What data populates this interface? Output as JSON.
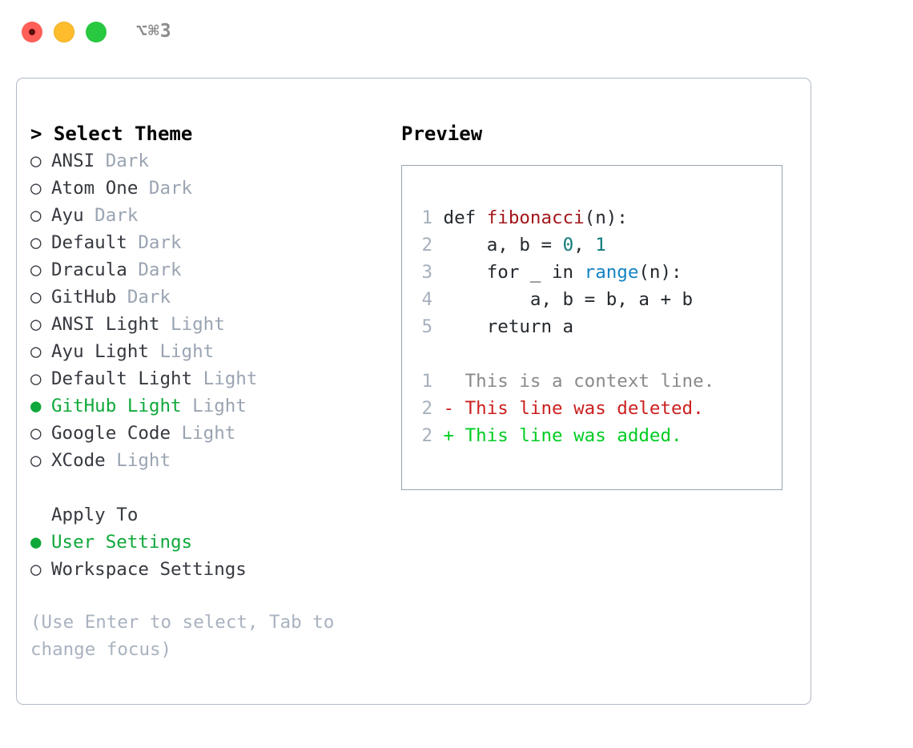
{
  "titlebar": {
    "shortcut": "⌥⌘3",
    "dots": [
      "close-red",
      "minimize-yellow",
      "maximize-green"
    ]
  },
  "theme_picker": {
    "heading": "> Select Theme",
    "marker_unselected": "○",
    "marker_selected": "●",
    "items": [
      {
        "name": "ANSI",
        "category": "Dark",
        "selected": false
      },
      {
        "name": "Atom One",
        "category": "Dark",
        "selected": false
      },
      {
        "name": "Ayu",
        "category": "Dark",
        "selected": false
      },
      {
        "name": "Default",
        "category": "Dark",
        "selected": false
      },
      {
        "name": "Dracula",
        "category": "Dark",
        "selected": false
      },
      {
        "name": "GitHub",
        "category": "Dark",
        "selected": false
      },
      {
        "name": "ANSI Light",
        "category": "Light",
        "selected": false
      },
      {
        "name": "Ayu Light",
        "category": "Light",
        "selected": false
      },
      {
        "name": "Default Light",
        "category": "Light",
        "selected": false
      },
      {
        "name": "GitHub Light",
        "category": "Light",
        "selected": true
      },
      {
        "name": "Google Code",
        "category": "Light",
        "selected": false
      },
      {
        "name": "XCode",
        "category": "Light",
        "selected": false
      }
    ]
  },
  "apply_to": {
    "title": "Apply To",
    "items": [
      {
        "name": "User Settings",
        "selected": true
      },
      {
        "name": "Workspace Settings",
        "selected": false
      }
    ]
  },
  "hint": "(Use Enter to select, Tab to change focus)",
  "preview": {
    "title": "Preview",
    "code_lines": [
      {
        "no": "1",
        "tokens": [
          {
            "t": "def ",
            "c": "tok-def"
          },
          {
            "t": "fibonacci",
            "c": "tok-fn"
          },
          {
            "t": "(n):",
            "c": "code-text"
          }
        ]
      },
      {
        "no": "2",
        "tokens": [
          {
            "t": "    a, b = ",
            "c": "code-text"
          },
          {
            "t": "0",
            "c": "tok-num"
          },
          {
            "t": ", ",
            "c": "code-text"
          },
          {
            "t": "1",
            "c": "tok-num"
          }
        ]
      },
      {
        "no": "3",
        "tokens": [
          {
            "t": "    for _ in ",
            "c": "code-text"
          },
          {
            "t": "range",
            "c": "tok-builtin"
          },
          {
            "t": "(n):",
            "c": "code-text"
          }
        ]
      },
      {
        "no": "4",
        "tokens": [
          {
            "t": "        a, b = b, a + b",
            "c": "code-text"
          }
        ]
      },
      {
        "no": "5",
        "tokens": [
          {
            "t": "    return a",
            "c": "code-text"
          }
        ]
      }
    ],
    "diff_lines": [
      {
        "no": "1",
        "text": "  This is a context line.",
        "kind": "diff-ctx"
      },
      {
        "no": "2",
        "text": "- This line was deleted.",
        "kind": "diff-del"
      },
      {
        "no": "2",
        "text": "+ This line was added.",
        "kind": "diff-add"
      }
    ]
  },
  "colors": {
    "accent_green": "#0fa83a",
    "diff_add": "#00cc22",
    "diff_del": "#cc2020",
    "muted": "#9aa4b2",
    "border": "#b2bac6",
    "code_border": "#99a4b3",
    "keyword_fn": "#a3161b",
    "number": "#0d7a7a",
    "builtin": "#1383c4"
  }
}
